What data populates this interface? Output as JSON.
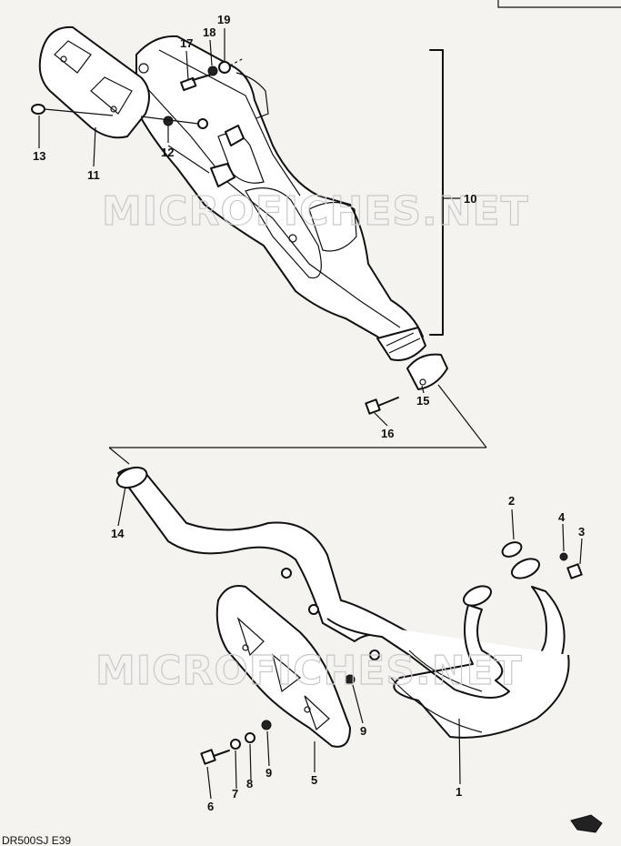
{
  "watermark": {
    "text": "MICROFICHES.NET"
  },
  "caption": {
    "text": "DR500SJ E39"
  },
  "callouts": [
    {
      "id": "1",
      "label": "1"
    },
    {
      "id": "2",
      "label": "2"
    },
    {
      "id": "3",
      "label": "3"
    },
    {
      "id": "4",
      "label": "4"
    },
    {
      "id": "5",
      "label": "5"
    },
    {
      "id": "6",
      "label": "6"
    },
    {
      "id": "7",
      "label": "7"
    },
    {
      "id": "8",
      "label": "8"
    },
    {
      "id": "9a",
      "label": "9"
    },
    {
      "id": "9b",
      "label": "9"
    },
    {
      "id": "10",
      "label": "10"
    },
    {
      "id": "11",
      "label": "11"
    },
    {
      "id": "12",
      "label": "12"
    },
    {
      "id": "13",
      "label": "13"
    },
    {
      "id": "14",
      "label": "14"
    },
    {
      "id": "15",
      "label": "15"
    },
    {
      "id": "16",
      "label": "16"
    },
    {
      "id": "17",
      "label": "17"
    },
    {
      "id": "18",
      "label": "18"
    },
    {
      "id": "19",
      "label": "19"
    }
  ]
}
